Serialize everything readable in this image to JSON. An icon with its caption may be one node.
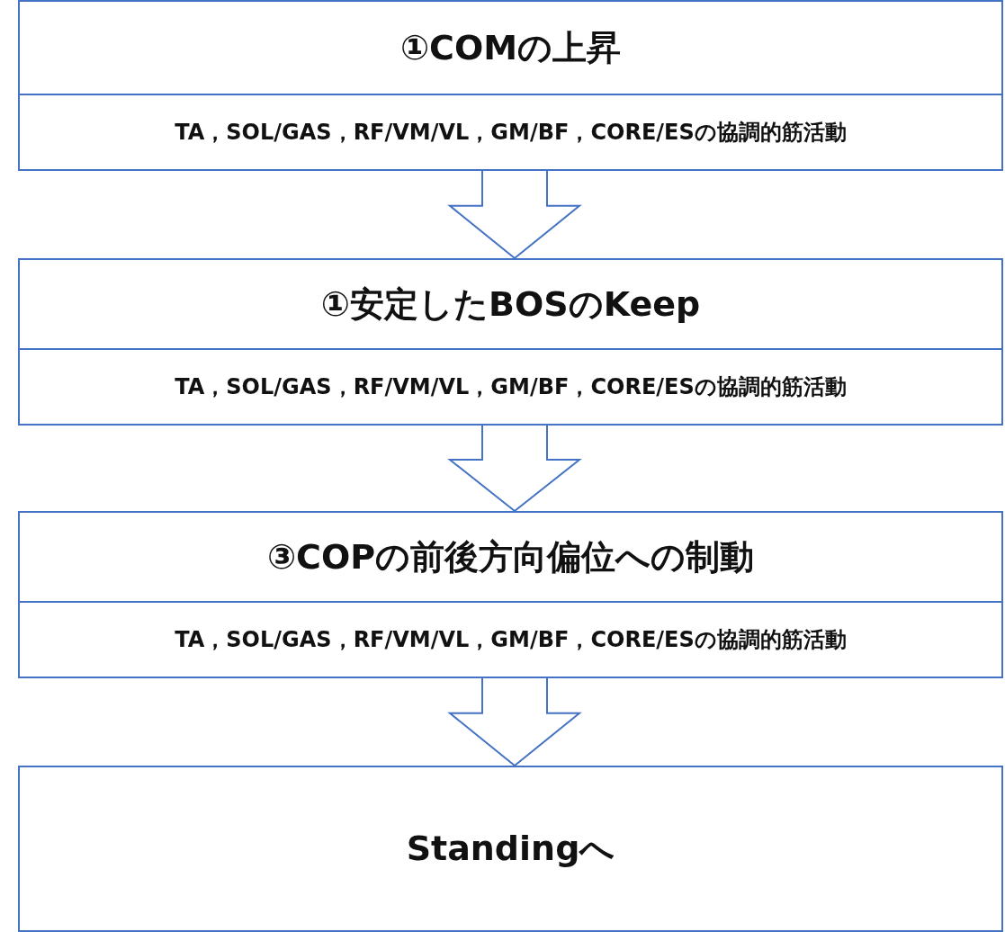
{
  "diagram": {
    "nodes": [
      {
        "text": [
          "①COMの上昇",
          "TA，SOL/GAS，RF/VM/VL，GM/BF，CORE/ESの協調的筋活動"
        ]
      },
      {
        "text": [
          "①安定したBOSのKeep",
          "TA，SOL/GAS，RF/VM/VL，GM/BF，CORE/ESの協調的筋活動"
        ]
      },
      {
        "text": [
          "③COPの前後方向偏位への制動",
          "TA，SOL/GAS，RF/VM/VL，GM/BF，CORE/ESの協調的筋活動"
        ]
      },
      {
        "text": [
          "Standingへ"
        ]
      }
    ],
    "edges": [
      {
        "from": 0,
        "to": 1,
        "arrow": "to"
      },
      {
        "from": 1,
        "to": 2,
        "arrow": "to"
      },
      {
        "from": 2,
        "to": 3,
        "arrow": "to"
      }
    ]
  }
}
